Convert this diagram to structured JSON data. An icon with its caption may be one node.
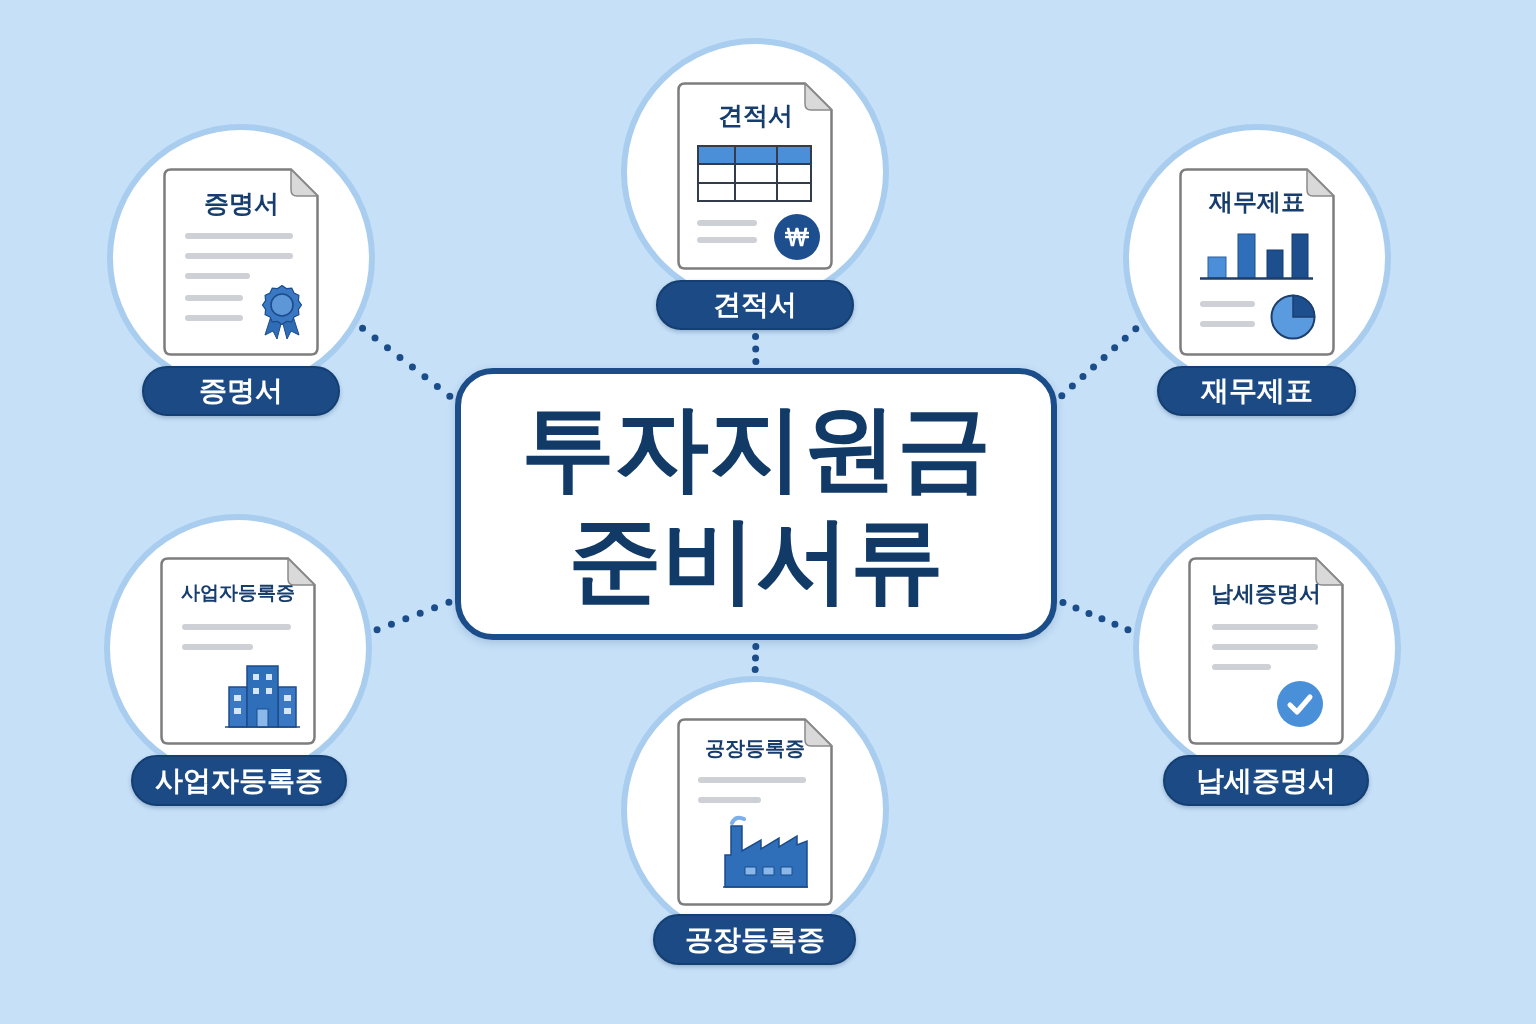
{
  "diagram": {
    "nodes": [
      {
        "text": [
          "투자지원금 준비서류"
        ]
      },
      {
        "text": [],
        "shape": "circle"
      },
      {
        "text": [
          "증명서"
        ],
        "in": 1
      },
      {
        "text": [
          "증명서"
        ]
      },
      {
        "text": [],
        "shape": "circle"
      },
      {
        "text": [
          "견적서"
        ],
        "in": 4
      },
      {
        "text": [
          "견적서"
        ]
      },
      {
        "text": [],
        "shape": "circle"
      },
      {
        "text": [
          "재무제표"
        ],
        "in": 7
      },
      {
        "text": [
          "재무제표"
        ]
      },
      {
        "text": [],
        "shape": "circle"
      },
      {
        "text": [
          "사업자등록증"
        ],
        "in": 10
      },
      {
        "text": [
          "사업자등록증"
        ]
      },
      {
        "text": [],
        "shape": "circle"
      },
      {
        "text": [
          "납세증명서"
        ],
        "in": 13
      },
      {
        "text": [
          "납세증명서"
        ]
      },
      {
        "text": [],
        "shape": "circle"
      },
      {
        "text": [
          "공장등록증"
        ],
        "in": 16
      },
      {
        "text": [
          "공장등록증"
        ]
      }
    ],
    "edges": [
      {
        "from": 0,
        "to": 1,
        "arrow": "none",
        "style": "dashed"
      },
      {
        "from": 0,
        "to": 6,
        "arrow": "none",
        "style": "dashed"
      },
      {
        "from": 0,
        "to": 7,
        "arrow": "none",
        "style": "dashed"
      },
      {
        "from": 0,
        "to": 10,
        "arrow": "none",
        "style": "dashed"
      },
      {
        "from": 0,
        "to": 13,
        "arrow": "none",
        "style": "dashed"
      },
      {
        "from": 0,
        "to": 16,
        "arrow": "none",
        "style": "dashed"
      }
    ]
  }
}
